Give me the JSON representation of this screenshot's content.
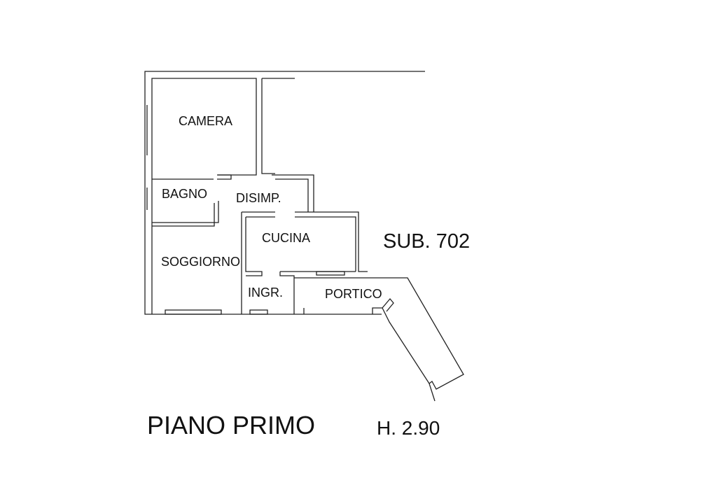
{
  "rooms": {
    "camera": "CAMERA",
    "bagno": "BAGNO",
    "disimpegno": "DISIMP.",
    "cucina": "CUCINA",
    "soggiorno": "SOGGIORNO",
    "ingresso": "INGR.",
    "portico": "PORTICO"
  },
  "unit_label": "SUB. 702",
  "floor_label": "PIANO PRIMO",
  "height_label": "H. 2.90",
  "colors": {
    "line": "#222222",
    "background": "#ffffff"
  }
}
